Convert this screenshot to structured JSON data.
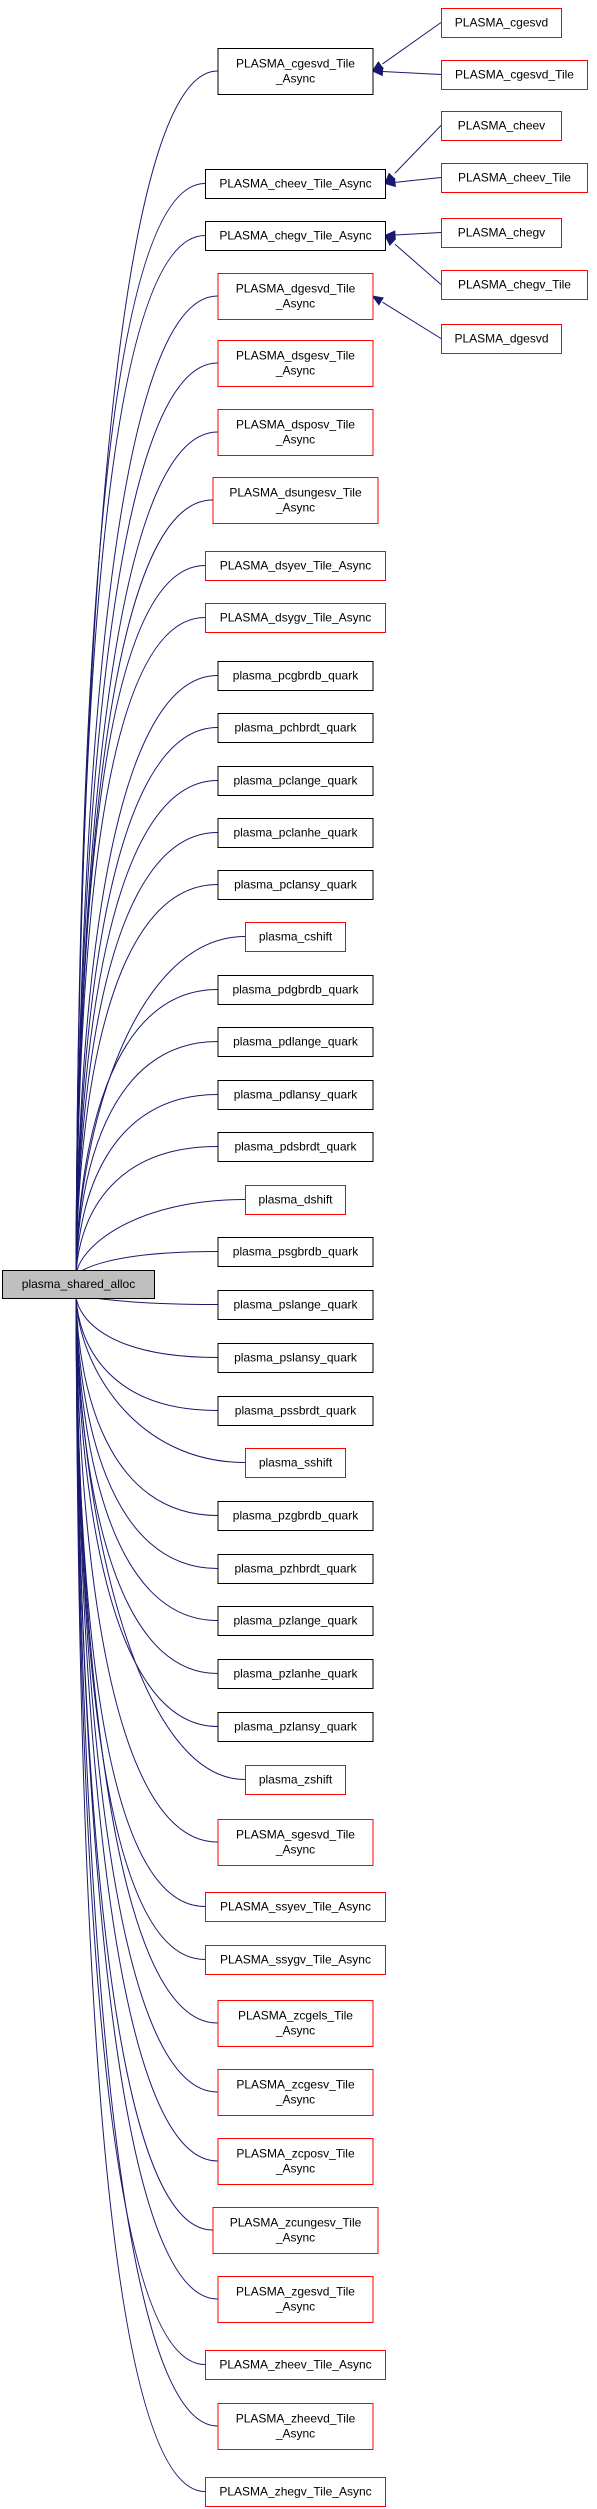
{
  "graph": {
    "root": {
      "id": "root",
      "lines": [
        "plasma_shared_alloc"
      ],
      "style": "root"
    },
    "callers": [
      {
        "id": "n0",
        "lines": [
          "PLASMA_cgesvd_Tile",
          "_Async"
        ],
        "style": "black"
      },
      {
        "id": "n1",
        "lines": [
          "PLASMA_cheev_Tile_Async"
        ],
        "style": "black"
      },
      {
        "id": "n2",
        "lines": [
          "PLASMA_chegv_Tile_Async"
        ],
        "style": "black"
      },
      {
        "id": "n3",
        "lines": [
          "PLASMA_dgesvd_Tile",
          "_Async"
        ],
        "style": "red"
      },
      {
        "id": "n4",
        "lines": [
          "PLASMA_dsgesv_Tile",
          "_Async"
        ],
        "style": "red"
      },
      {
        "id": "n5",
        "lines": [
          "PLASMA_dsposv_Tile",
          "_Async"
        ],
        "style": "red"
      },
      {
        "id": "n6",
        "lines": [
          "PLASMA_dsungesv_Tile",
          "_Async"
        ],
        "style": "red"
      },
      {
        "id": "n7",
        "lines": [
          "PLASMA_dsyev_Tile_Async"
        ],
        "style": "red"
      },
      {
        "id": "n8",
        "lines": [
          "PLASMA_dsygv_Tile_Async"
        ],
        "style": "red"
      },
      {
        "id": "n9",
        "lines": [
          "plasma_pcgbrdb_quark"
        ],
        "style": "black"
      },
      {
        "id": "n10",
        "lines": [
          "plasma_pchbrdt_quark"
        ],
        "style": "black"
      },
      {
        "id": "n11",
        "lines": [
          "plasma_pclange_quark"
        ],
        "style": "black"
      },
      {
        "id": "n12",
        "lines": [
          "plasma_pclanhe_quark"
        ],
        "style": "black"
      },
      {
        "id": "n13",
        "lines": [
          "plasma_pclansy_quark"
        ],
        "style": "black"
      },
      {
        "id": "n14",
        "lines": [
          "plasma_cshift"
        ],
        "style": "red"
      },
      {
        "id": "n15",
        "lines": [
          "plasma_pdgbrdb_quark"
        ],
        "style": "black"
      },
      {
        "id": "n16",
        "lines": [
          "plasma_pdlange_quark"
        ],
        "style": "black"
      },
      {
        "id": "n17",
        "lines": [
          "plasma_pdlansy_quark"
        ],
        "style": "black"
      },
      {
        "id": "n18",
        "lines": [
          "plasma_pdsbrdt_quark"
        ],
        "style": "black"
      },
      {
        "id": "n19",
        "lines": [
          "plasma_dshift"
        ],
        "style": "red"
      },
      {
        "id": "n20",
        "lines": [
          "plasma_psgbrdb_quark"
        ],
        "style": "black"
      },
      {
        "id": "n21",
        "lines": [
          "plasma_pslange_quark"
        ],
        "style": "black"
      },
      {
        "id": "n22",
        "lines": [
          "plasma_pslansy_quark"
        ],
        "style": "black"
      },
      {
        "id": "n23",
        "lines": [
          "plasma_pssbrdt_quark"
        ],
        "style": "black"
      },
      {
        "id": "n24",
        "lines": [
          "plasma_sshift"
        ],
        "style": "red"
      },
      {
        "id": "n25",
        "lines": [
          "plasma_pzgbrdb_quark"
        ],
        "style": "black"
      },
      {
        "id": "n26",
        "lines": [
          "plasma_pzhbrdt_quark"
        ],
        "style": "black"
      },
      {
        "id": "n27",
        "lines": [
          "plasma_pzlange_quark"
        ],
        "style": "black"
      },
      {
        "id": "n28",
        "lines": [
          "plasma_pzlanhe_quark"
        ],
        "style": "black"
      },
      {
        "id": "n29",
        "lines": [
          "plasma_pzlansy_quark"
        ],
        "style": "black"
      },
      {
        "id": "n30",
        "lines": [
          "plasma_zshift"
        ],
        "style": "red"
      },
      {
        "id": "n31",
        "lines": [
          "PLASMA_sgesvd_Tile",
          "_Async"
        ],
        "style": "red"
      },
      {
        "id": "n32",
        "lines": [
          "PLASMA_ssyev_Tile_Async"
        ],
        "style": "red"
      },
      {
        "id": "n33",
        "lines": [
          "PLASMA_ssygv_Tile_Async"
        ],
        "style": "red"
      },
      {
        "id": "n34",
        "lines": [
          "PLASMA_zcgels_Tile",
          "_Async"
        ],
        "style": "red"
      },
      {
        "id": "n35",
        "lines": [
          "PLASMA_zcgesv_Tile",
          "_Async"
        ],
        "style": "red"
      },
      {
        "id": "n36",
        "lines": [
          "PLASMA_zcposv_Tile",
          "_Async"
        ],
        "style": "red"
      },
      {
        "id": "n37",
        "lines": [
          "PLASMA_zcungesv_Tile",
          "_Async"
        ],
        "style": "red"
      },
      {
        "id": "n38",
        "lines": [
          "PLASMA_zgesvd_Tile",
          "_Async"
        ],
        "style": "red"
      },
      {
        "id": "n39",
        "lines": [
          "PLASMA_zheev_Tile_Async"
        ],
        "style": "red"
      },
      {
        "id": "n40",
        "lines": [
          "PLASMA_zheevd_Tile",
          "_Async"
        ],
        "style": "red"
      },
      {
        "id": "n41",
        "lines": [
          "PLASMA_zhegv_Tile_Async"
        ],
        "style": "red"
      }
    ],
    "second_level": [
      {
        "id": "m0",
        "lines": [
          "PLASMA_cgesvd"
        ],
        "style": "red"
      },
      {
        "id": "m1",
        "lines": [
          "PLASMA_cgesvd_Tile"
        ],
        "style": "red"
      },
      {
        "id": "m2",
        "lines": [
          "PLASMA_cheev"
        ],
        "style": "red"
      },
      {
        "id": "m3",
        "lines": [
          "PLASMA_cheev_Tile"
        ],
        "style": "red"
      },
      {
        "id": "m4",
        "lines": [
          "PLASMA_chegv"
        ],
        "style": "red"
      },
      {
        "id": "m5",
        "lines": [
          "PLASMA_chegv_Tile"
        ],
        "style": "red"
      },
      {
        "id": "m6",
        "lines": [
          "PLASMA_dgesvd"
        ],
        "style": "red"
      }
    ],
    "second_edges": [
      {
        "from": "m0",
        "to": "n0"
      },
      {
        "from": "m1",
        "to": "n0"
      },
      {
        "from": "m2",
        "to": "n1"
      },
      {
        "from": "m3",
        "to": "n1"
      },
      {
        "from": "m4",
        "to": "n2"
      },
      {
        "from": "m5",
        "to": "n2"
      },
      {
        "from": "m6",
        "to": "n3"
      }
    ],
    "colors": {
      "edge": "#191970",
      "root_fill": "#bfbfbf",
      "black_border": "#000000",
      "red_border": "#ff0000",
      "node_fill": "#ffffff"
    }
  }
}
